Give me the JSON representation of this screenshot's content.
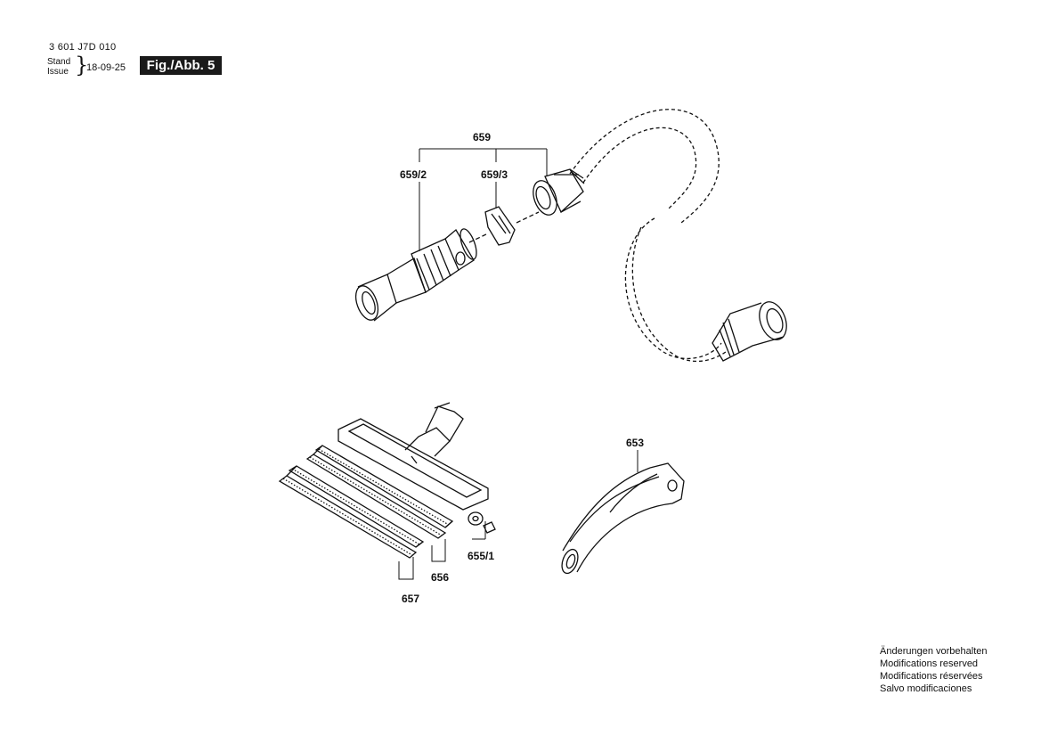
{
  "header": {
    "doc_number": "3 601 J7D 010",
    "stand_label": "Stand",
    "issue_label": "Issue",
    "date": "18-09-25",
    "figure": "Fig./Abb. 5"
  },
  "parts": {
    "p659": "659",
    "p659_2": "659/2",
    "p659_3": "659/3",
    "p653": "653",
    "p655_1": "655/1",
    "p656": "656",
    "p657": "657"
  },
  "footer": {
    "lines": [
      "Änderungen vorbehalten",
      "Modifications reserved",
      "Modifications réservées",
      "Salvo modificaciones"
    ]
  }
}
